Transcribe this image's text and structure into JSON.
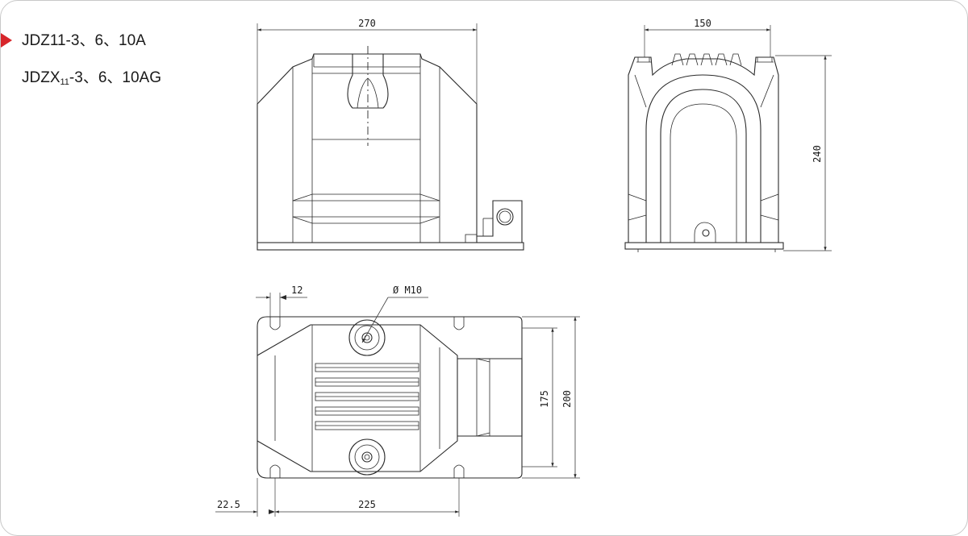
{
  "models": [
    {
      "prefix": "JDZ11-3、6、10A",
      "sub": "",
      "suffix": "",
      "selected": true
    },
    {
      "prefix": "JDZX",
      "sub": "11",
      "suffix": "-3、6、10AG",
      "selected": false
    }
  ],
  "dimensions": {
    "front_width": "270",
    "side_width": "150",
    "side_height": "240",
    "bolt_spacing": "12",
    "thread": "Ø M10",
    "inner_depth": "175",
    "outer_depth": "200",
    "edge_offset": "22.5",
    "hole_spacing": "225"
  },
  "colors": {
    "marker": "#d7262b",
    "line": "#2a2a2a",
    "frame_border": "#c8c8c8"
  }
}
